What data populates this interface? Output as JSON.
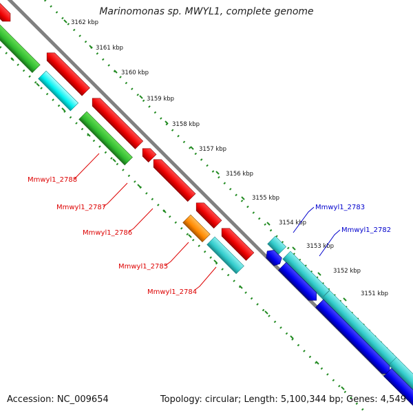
{
  "header": {
    "title": "Marinomonas sp. MWYL1, complete genome"
  },
  "footer": {
    "accession": "Accession: NC_009654",
    "summary": "Topology: circular; Length: 5,100,344 bp; Genes: 4,549"
  },
  "axis": {
    "ticks": [
      "3162 kbp",
      "3161 kbp",
      "3160 kbp",
      "3159 kbp",
      "3158 kbp",
      "3157 kbp",
      "3156 kbp",
      "3155 kbp",
      "3154 kbp",
      "3153 kbp",
      "3152 kbp",
      "3151 kbp"
    ]
  },
  "genes": {
    "left_labels": [
      "Mmwyl1_2788",
      "Mmwyl1_2787",
      "Mmwyl1_2786",
      "Mmwyl1_2785",
      "Mmwyl1_2784"
    ],
    "right_labels": [
      "Mmwyl1_2783",
      "Mmwyl1_2782"
    ]
  },
  "colors": {
    "background": "#ffffff",
    "backbone": "#808080",
    "tick_dots": "#228B22",
    "red_gene": "#ff0000",
    "cyan_gene": "#00ffff",
    "green_gene": "#33bb33",
    "orange_gene": "#ff8800",
    "teal_gene": "#33cccc",
    "blue_gene": "#0000ee",
    "left_label_color": "#dd0000",
    "right_label_color": "#0000cc"
  }
}
